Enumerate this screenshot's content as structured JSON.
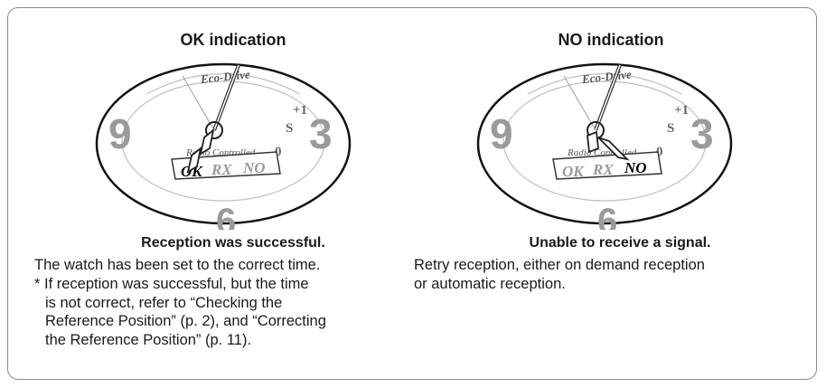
{
  "ok_panel": {
    "title": "OK indication",
    "dial": {
      "brand": "Eco-Drive",
      "subtitle": "Radio Controlled",
      "indicator_ok": "OK",
      "indicator_rx": "RX",
      "indicator_no": "NO",
      "scale_plus1": "+1",
      "scale_s": "S",
      "scale_0": "0",
      "hour_9": "9",
      "hour_3": "3",
      "hour_6": "6",
      "active_indicator": "OK"
    },
    "heading": "Reception was successful.",
    "body": "The watch has been set to the correct time.",
    "note_lines": [
      "* If reception was successful, but the time",
      "is not correct, refer to “Checking the",
      "Reference Position” (p. 2), and “Correcting",
      "the Reference Position” (p. 11)."
    ]
  },
  "no_panel": {
    "title": "NO indication",
    "dial": {
      "brand": "Eco-Drive",
      "subtitle": "Radio Controlled",
      "indicator_ok": "OK",
      "indicator_rx": "RX",
      "indicator_no": "NO",
      "scale_plus1": "+1",
      "scale_s": "S",
      "scale_0": "0",
      "hour_9": "9",
      "hour_3": "3",
      "hour_6": "6",
      "active_indicator": "NO"
    },
    "heading": "Unable to receive a signal.",
    "body_lines": [
      "Retry reception, either on demand reception",
      "or automatic reception."
    ]
  },
  "colors": {
    "frame": "#8a8a8a",
    "numeral": "#9a9a9a",
    "text": "#1a1a1a",
    "active": "#000000",
    "inactive": "#9a9a9a"
  }
}
